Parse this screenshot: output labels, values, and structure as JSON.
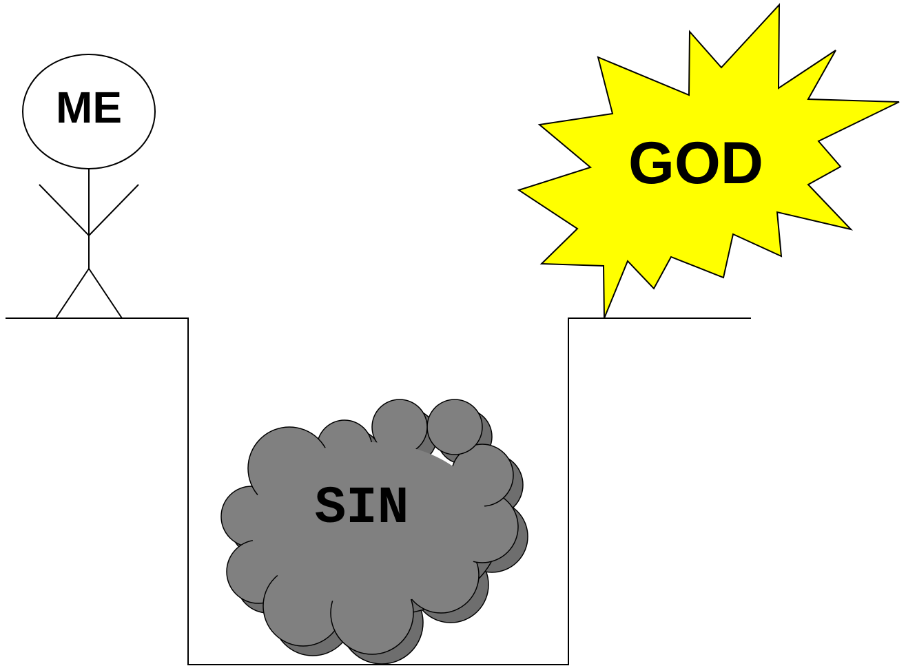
{
  "labels": {
    "me": "ME",
    "god": "GOD",
    "sin": "SIN"
  },
  "colors": {
    "stroke": "#000000",
    "background": "#ffffff",
    "god_fill": "#ffff00",
    "sin_fill": "#808080",
    "sin_shadow": "#6e6e6e",
    "text": "#000000"
  }
}
